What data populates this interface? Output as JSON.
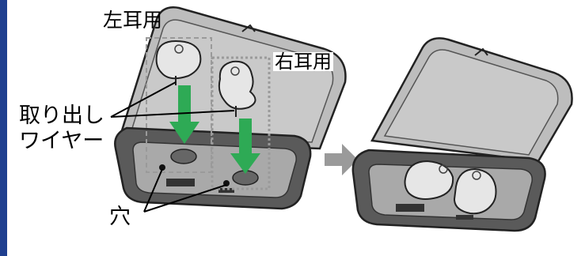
{
  "labels": {
    "left_ear": "左耳用",
    "right_ear": "右耳用",
    "pull_wire_line1": "取り出し",
    "pull_wire_line2": "ワイヤー",
    "hole": "穴"
  },
  "colors": {
    "accent_bar": "#1f3f8f",
    "insert_arrow": "#2eaa55",
    "step_arrow": "#9a9a9a",
    "case_body": "#4a4a4a",
    "case_lid": "#bdbdbd",
    "earbud": "#e6e6e6"
  }
}
